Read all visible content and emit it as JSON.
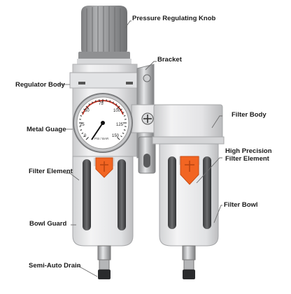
{
  "callouts": {
    "knob": "Pressure Regulating Knob",
    "bracket": "Bracket",
    "regulator_body": "Regulator Body",
    "filter_body": "Filter Body",
    "metal_gauge": "Metal Guage",
    "high_precision_line1": "High Precision",
    "high_precision_line2": "Filter Element",
    "filter_element": "Filter Element",
    "filter_bowl": "Filter Bowl",
    "bowl_guard": "Bowl Guard",
    "semi_auto_drain": "Semi-Auto Drain"
  },
  "gauge": {
    "scale_left": [
      "0",
      "25",
      "50"
    ],
    "scale_top": "75",
    "scale_right": [
      "100",
      "125",
      "150"
    ],
    "units": "PSI / BAR"
  },
  "colors": {
    "body": "#e9e9ea",
    "body_shade": "#cfd0d2",
    "knob": "#9a9b9d",
    "knob_cap": "#b3b4b6",
    "orange": "#f26522",
    "line": "#6d6d6d"
  }
}
